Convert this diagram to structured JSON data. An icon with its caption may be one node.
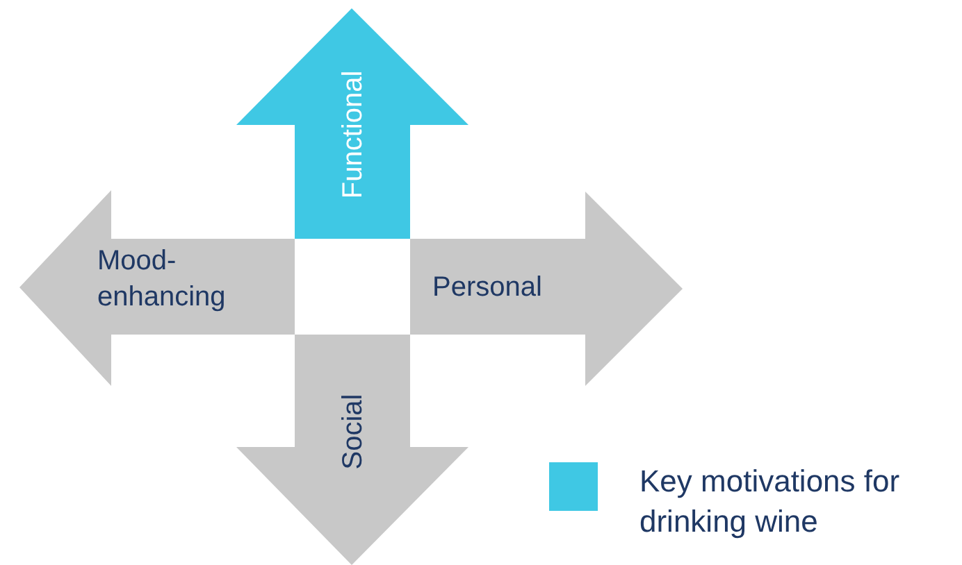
{
  "diagram": {
    "nodes": [
      {
        "text": [
          "Functional"
        ]
      },
      {
        "text": [
          "Mood-enhancing"
        ]
      },
      {
        "text": [
          "Personal"
        ]
      },
      {
        "text": [
          "Social"
        ]
      }
    ],
    "legend": [
      {
        "text": "Key motivations for drinking wine",
        "color": "#3fc8e4"
      }
    ]
  }
}
